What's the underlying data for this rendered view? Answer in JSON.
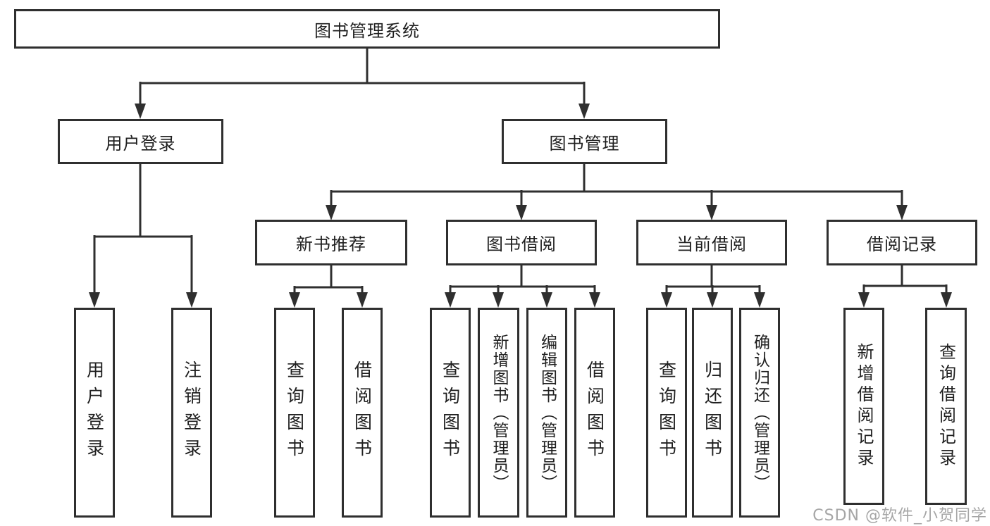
{
  "diagram": {
    "title": "图书管理系统",
    "level2": {
      "user_login": "用户登录",
      "book_management": "图书管理"
    },
    "level3": {
      "new_book_recommend": "新书推荐",
      "book_borrowing": "图书借阅",
      "current_borrowing": "当前借阅",
      "borrowing_records": "借阅记录"
    },
    "leaves": {
      "user_login": [
        "用户登录",
        "注销登录"
      ],
      "new_book_recommend": [
        "查询图书",
        "借阅图书"
      ],
      "book_borrowing": [
        "查询图书",
        "新增图书（管理员）",
        "编辑图书（管理员）",
        "借阅图书"
      ],
      "current_borrowing": [
        "查询图书",
        "归还图书",
        "确认归还（管理员）"
      ],
      "borrowing_records": [
        "新增借阅记录",
        "查询借阅记录"
      ]
    },
    "watermark": "CSDN @软件_小贺同学",
    "colors": {
      "line": "#2f2f2f",
      "box_border": "#2f2f2f",
      "text": "#1f1f1f",
      "watermark": "#a6a6a6",
      "background": "#ffffff"
    }
  }
}
